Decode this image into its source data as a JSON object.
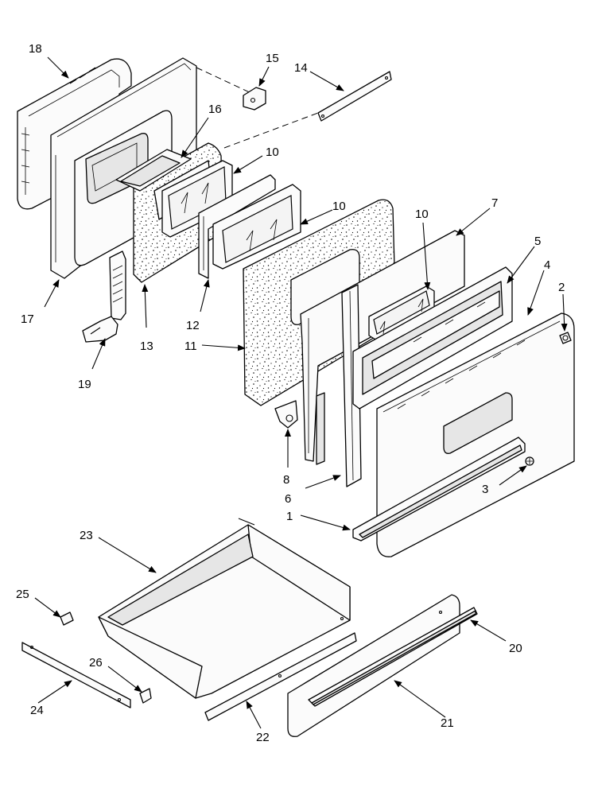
{
  "callouts": {
    "c1": "1",
    "c2": "2",
    "c3": "3",
    "c4": "4",
    "c5": "5",
    "c6": "6",
    "c7": "7",
    "c8": "8",
    "c10a": "10",
    "c10b": "10",
    "c10c": "10",
    "c11": "11",
    "c12": "12",
    "c13": "13",
    "c14": "14",
    "c15": "15",
    "c16": "16",
    "c17": "17",
    "c18": "18",
    "c19": "19",
    "c20": "20",
    "c21": "21",
    "c22": "22",
    "c23": "23",
    "c24": "24",
    "c25": "25",
    "c26": "26"
  }
}
